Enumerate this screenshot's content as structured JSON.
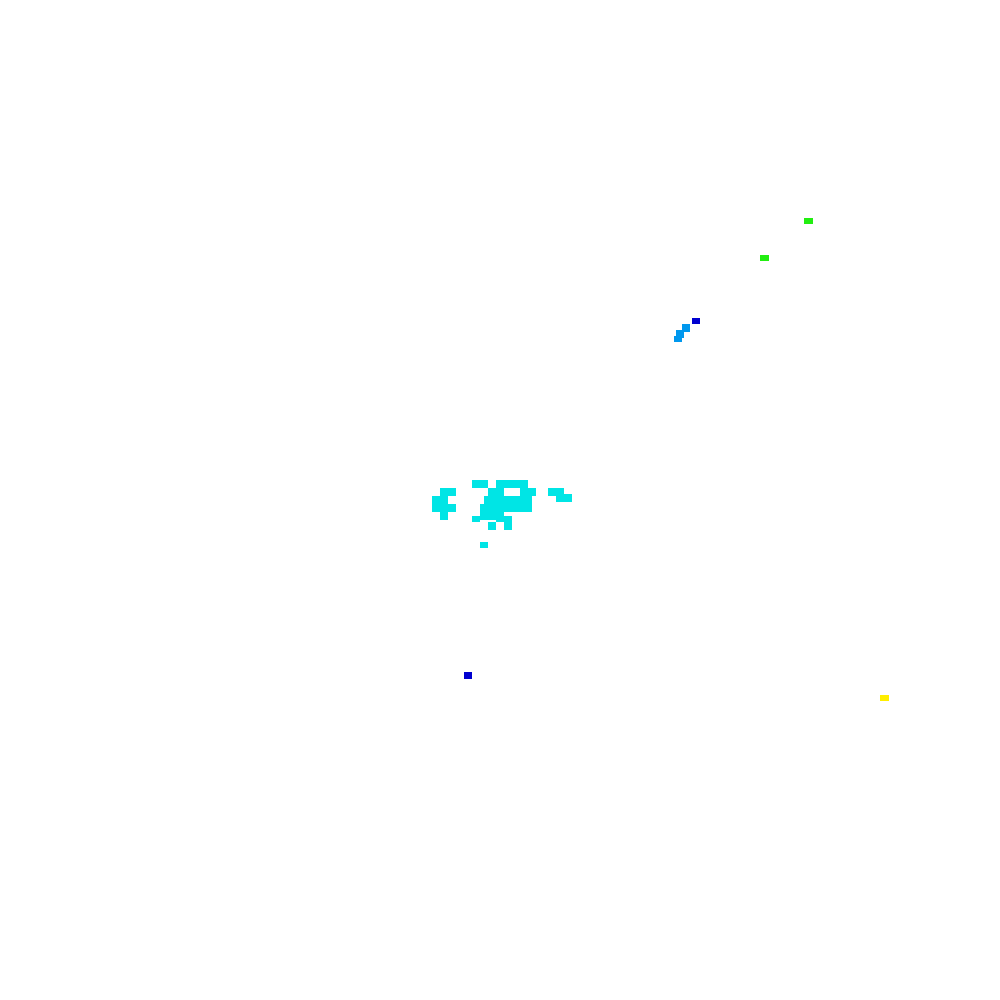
{
  "palette": {
    "background": "#ffffff",
    "cyan": "#00e5e5",
    "sky_blue": "#0098ee",
    "blue": "#0000d0",
    "green": "#22ee11",
    "yellow": "#ffee00"
  },
  "marks": [
    {
      "name": "cyan-cluster-cell",
      "color": "cyan",
      "count": 60
    },
    {
      "name": "blue-streak-cell",
      "color": "sky_blue",
      "count": 5
    },
    {
      "name": "blue-dot",
      "color": "blue",
      "count": 2
    },
    {
      "name": "green-dot",
      "color": "green",
      "count": 2
    },
    {
      "name": "yellow-dot",
      "color": "yellow",
      "count": 1
    }
  ]
}
